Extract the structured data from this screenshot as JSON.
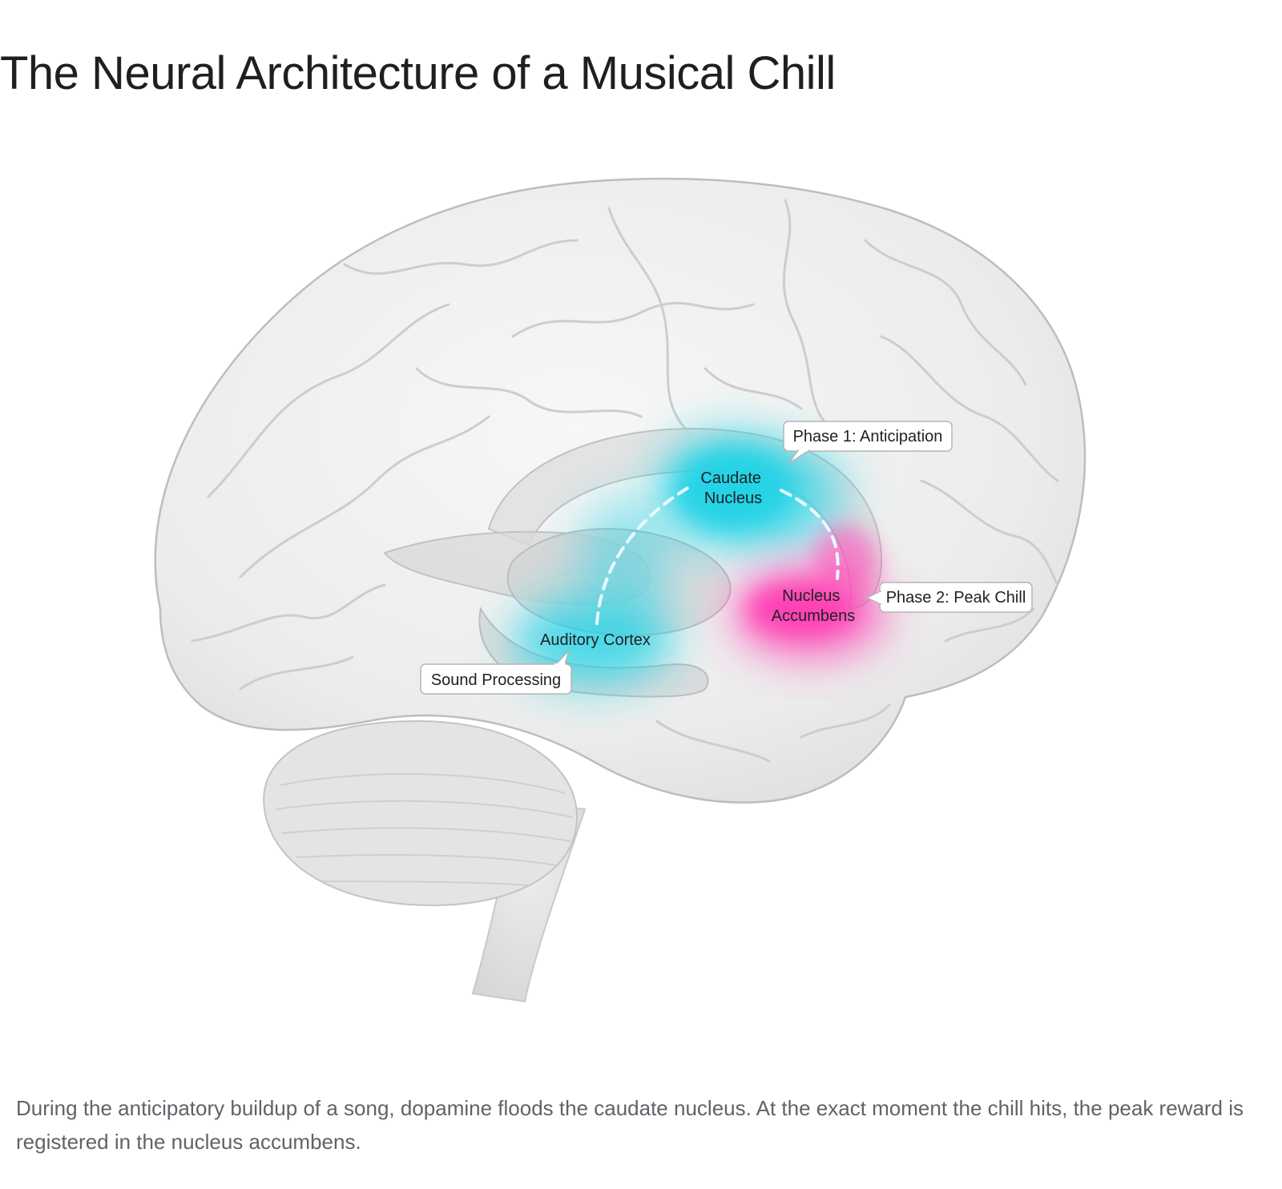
{
  "title": "The Neural Architecture of a Musical Chill",
  "diagram": {
    "regions": {
      "caudate": {
        "line1": "Caudate",
        "line2": "Nucleus",
        "glow_color": "#22d3e6"
      },
      "accumbens": {
        "line1": "Nucleus",
        "line2": "Accumbens",
        "glow_color": "#ff3fb4"
      },
      "auditory": {
        "label": "Auditory Cortex",
        "glow_color": "#22d3e6"
      }
    },
    "callouts": {
      "phase1": "Phase 1: Anticipation",
      "phase2": "Phase 2: Peak Chill",
      "sound": "Sound Processing"
    },
    "pathway_color": "#e6fbff"
  },
  "caption": "During the anticipatory buildup of a song, dopamine floods the caudate nucleus. At the exact moment the chill hits, the peak reward is registered in the nucleus accumbens."
}
